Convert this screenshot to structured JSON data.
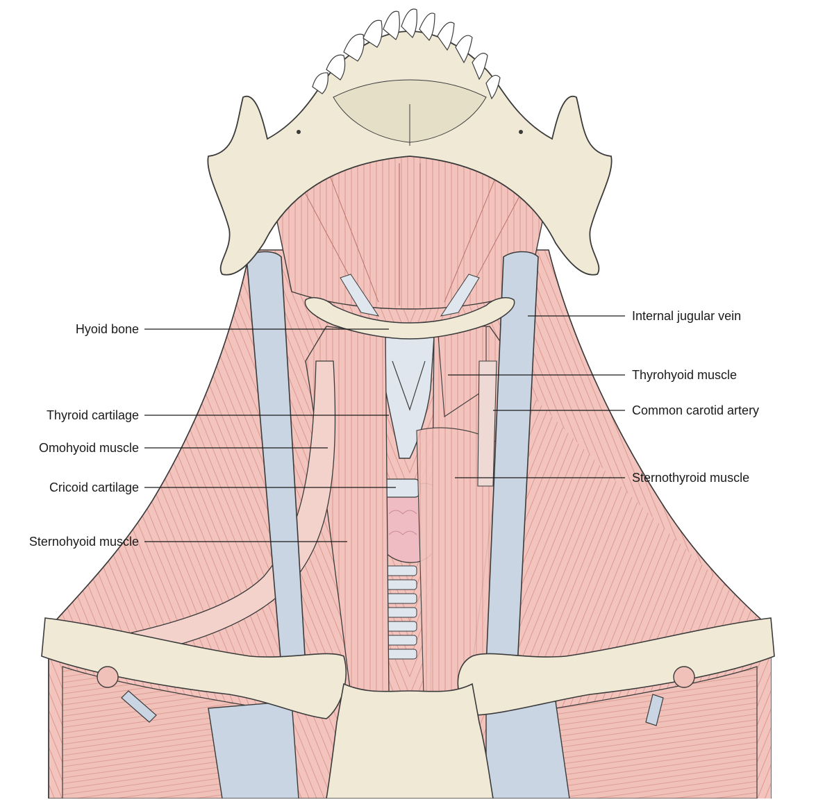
{
  "labels": {
    "hyoid_bone": "Hyoid bone",
    "thyroid_cartilage": "Thyroid cartilage",
    "omohyoid_muscle": "Omohyoid muscle",
    "cricoid_cartilage": "Cricoid cartilage",
    "sternohyoid_muscle": "Sternohyoid muscle",
    "internal_jugular_vein": "Internal jugular vein",
    "thyrohyoid_muscle": "Thyrohyoid muscle",
    "common_carotid_artery": "Common carotid artery",
    "sternothyroid_muscle": "Sternothyroid muscle"
  },
  "colors": {
    "bone": "#efe9d6",
    "muscle": "#f2c4bd",
    "muscle_line": "#d9948b",
    "vein": "#c9d5e3",
    "cartilage": "#dfe6ee",
    "gland": "#f0bcc3",
    "outline": "#3a3a3a"
  }
}
